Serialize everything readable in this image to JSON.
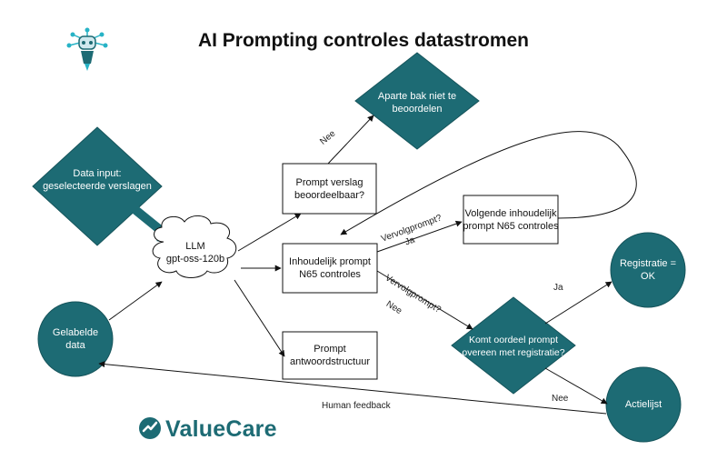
{
  "title": "AI Prompting controles datastromen",
  "nodes": {
    "data_input": "Data input:\ngeselecteerde verslagen",
    "llm": "LLM\ngpt-oss-120b",
    "prompt_verslag": "Prompt verslag\nbeoordeelbaar?",
    "aparte_bak": "Aparte bak niet te\nbeoordelen",
    "inhoudelijk": "Inhoudelijk prompt\nN65 controles",
    "volgende": "Volgende inhoudelijk\nprompt N65 controles",
    "antwoord": "Prompt\nantwoordstructuur",
    "komt_oordeel": "Komt oordeel prompt\novereen met registratie?",
    "registratie": "Registratie =\nOK",
    "actielijst": "Actielijst",
    "gelabelde": "Gelabelde\ndata"
  },
  "edges": {
    "nee_top": "Nee",
    "vervolg_ja_1": "Vervolgprompt?",
    "vervolg_ja_2": "Ja",
    "vervolg_nee_1": "Vervolgprompt?",
    "vervolg_nee_2": "Nee",
    "ja_reg": "Ja",
    "nee_actie": "Nee",
    "human_feedback": "Human feedback"
  },
  "logo": {
    "name": "ValueCare"
  },
  "colors": {
    "teal": "#1d6b74",
    "teal_dark": "#175c63",
    "stroke": "#111111"
  }
}
